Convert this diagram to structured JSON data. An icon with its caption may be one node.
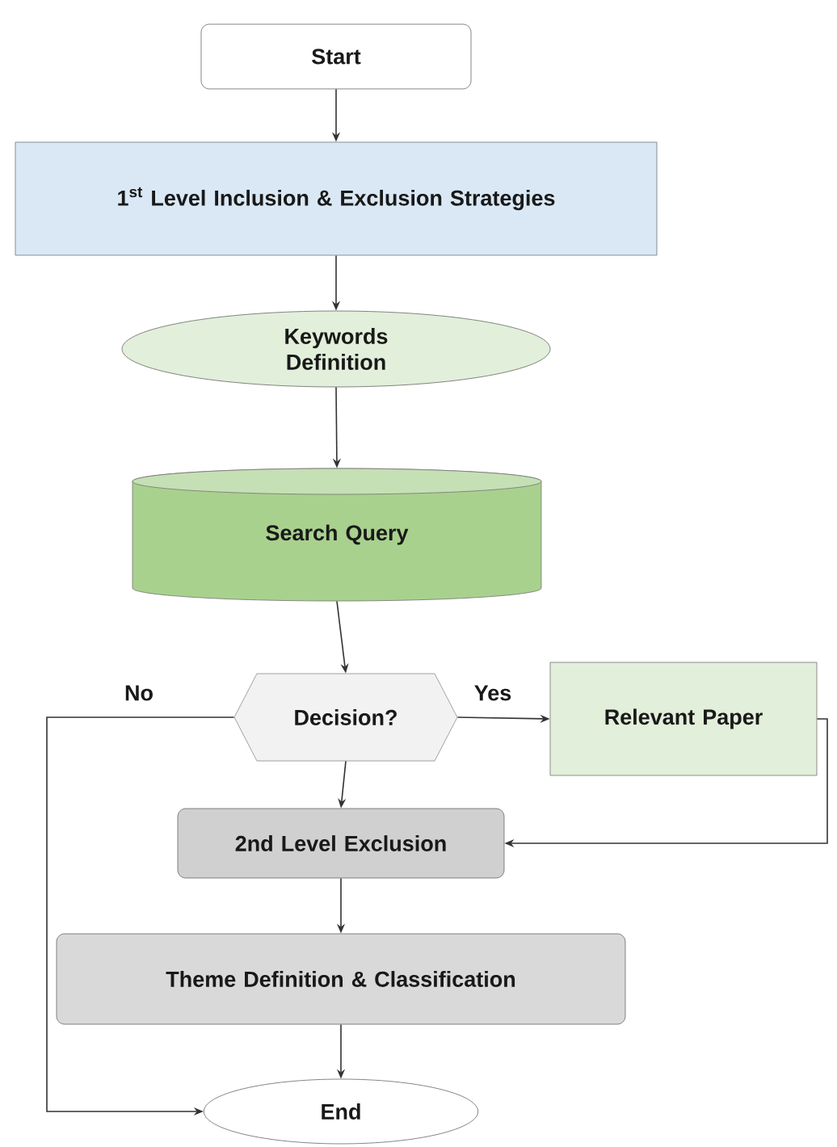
{
  "diagram": {
    "nodes": [
      {
        "text": [
          "Start"
        ]
      },
      {
        "text": [
          "1$^{st}$ Level Inclusion & Exclusion Strategies"
        ]
      },
      {
        "text": [
          "Keywords Definition"
        ]
      },
      {
        "text": [
          "Search Query"
        ]
      },
      {
        "text": [
          "Decision?"
        ]
      },
      {
        "text": [
          "Relevant Paper"
        ]
      },
      {
        "text": [
          "2nd Level Exclusion"
        ]
      },
      {
        "text": [
          "Theme Definition & Classification"
        ]
      },
      {
        "text": [
          "End"
        ]
      }
    ],
    "edges": [
      {
        "from": 0,
        "to": 1,
        "arrow": "to"
      },
      {
        "from": 1,
        "to": 2,
        "arrow": "to"
      },
      {
        "from": 2,
        "to": 3,
        "arrow": "to"
      },
      {
        "from": 3,
        "to": 4,
        "arrow": "to"
      },
      {
        "from": 4,
        "to": 5,
        "arrow": "to",
        "label": "Yes"
      },
      {
        "from": 5,
        "to": 6,
        "arrow": "to"
      },
      {
        "from": 4,
        "to": 6,
        "arrow": "to"
      },
      {
        "from": 6,
        "to": 7,
        "arrow": "to"
      },
      {
        "from": 7,
        "to": 8,
        "arrow": "to"
      },
      {
        "from": 4,
        "to": 8,
        "arrow": "to",
        "label": "No"
      }
    ]
  }
}
